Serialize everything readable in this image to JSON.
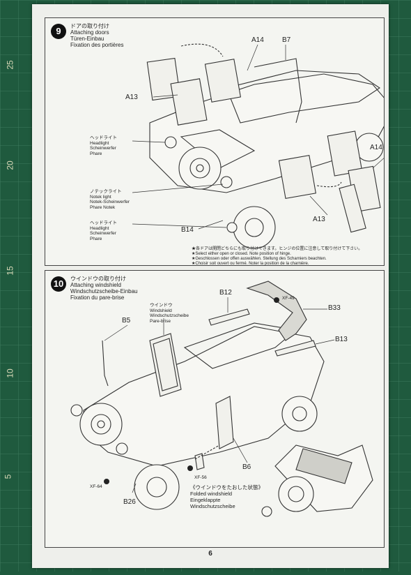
{
  "mat": {
    "ruler_marks": [
      "25",
      "20",
      "15",
      "10",
      "5"
    ],
    "colors": {
      "mat": "#1f5a3e",
      "grid": "#3e7a5d"
    }
  },
  "page": {
    "number": "6"
  },
  "step9": {
    "number": "9",
    "title_jp": "ドアの取り付け",
    "title_en": "Attaching doors",
    "title_de": "Türen-Einbau",
    "title_fr": "Fixation des portières",
    "labels": {
      "a14_top": "A14",
      "b7": "B7",
      "a13_left": "A13",
      "a14_right": "A14",
      "a13_bottom": "A13",
      "b14": "B14"
    },
    "headlight_top": [
      "ヘッドライト",
      "Headlight",
      "Scheinwerfer",
      "Phare"
    ],
    "notek": [
      "ノテックライト",
      "Notek light",
      "Notek-Scheinwerfer",
      "Phare Notek"
    ],
    "headlight_bottom": [
      "ヘッドライト",
      "Headlight",
      "Scheinwerfer",
      "Phare"
    ],
    "notes": [
      "★各ドアは開閉どちらにも取り付けできます。ヒンジの位置に注意して取り付けて下さい。",
      "★Select either open or closed. Note position of hinge.",
      "★Geschlossen oder offen auswählen. Stellung des Scharniers beachten.",
      "★Choisir soit ouvert ou fermé. Noter la position de la charnière."
    ]
  },
  "step10": {
    "number": "10",
    "title_jp": "ウインドウの取り付け",
    "title_en": "Attaching windshield",
    "title_de": "Windschutzscheibe-Einbau",
    "title_fr": "Fixation du pare-brise",
    "labels": {
      "b12": "B12",
      "xf49": "XF-49",
      "b33": "B33",
      "b13": "B13",
      "b5": "B5",
      "b6": "B6",
      "xf56": "XF-56",
      "xf64": "XF-64",
      "b26": "B26"
    },
    "windshield": [
      "ウインドウ",
      "Windshield",
      "Windschutzscheibe",
      "Pare-brise"
    ],
    "folded": [
      "《ウインドウをたおした状態》",
      "Folded windshield",
      "Eingeklappte",
      "Windschutzscheibe"
    ]
  }
}
